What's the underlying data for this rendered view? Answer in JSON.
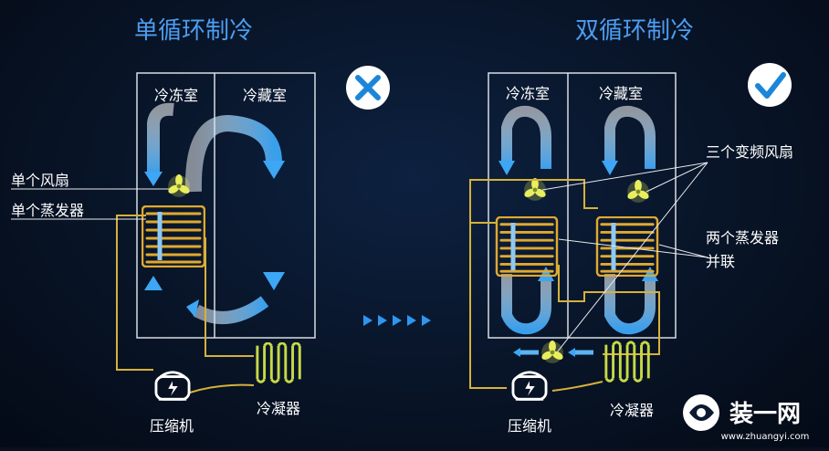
{
  "left": {
    "title": "单循环制冷",
    "freezer": "冷冻室",
    "fridge": "冷藏室",
    "fan_label": "单个风扇",
    "evap_label": "单个蒸发器",
    "compressor": "压缩机",
    "condenser": "冷凝器",
    "verdict_icon": "cross-icon"
  },
  "right": {
    "title": "双循环制冷",
    "freezer": "冷冻室",
    "fridge": "冷藏室",
    "fans_label": "三个变频风扇",
    "evap_label_1": "两个蒸发器",
    "evap_label_2": "并联",
    "compressor": "压缩机",
    "condenser": "冷凝器",
    "verdict_icon": "check-icon"
  },
  "middle": {
    "arrows_icon": "chevron-arrows-icon"
  },
  "watermark": {
    "brand": "装一网",
    "url": "www.zhuangyi.com"
  },
  "colors": {
    "title": "#4d9df0",
    "pipe": "#d6b13a",
    "airflow": "#5db4f2",
    "fan": "#e6ec5a",
    "coil": "#e0a92f"
  }
}
